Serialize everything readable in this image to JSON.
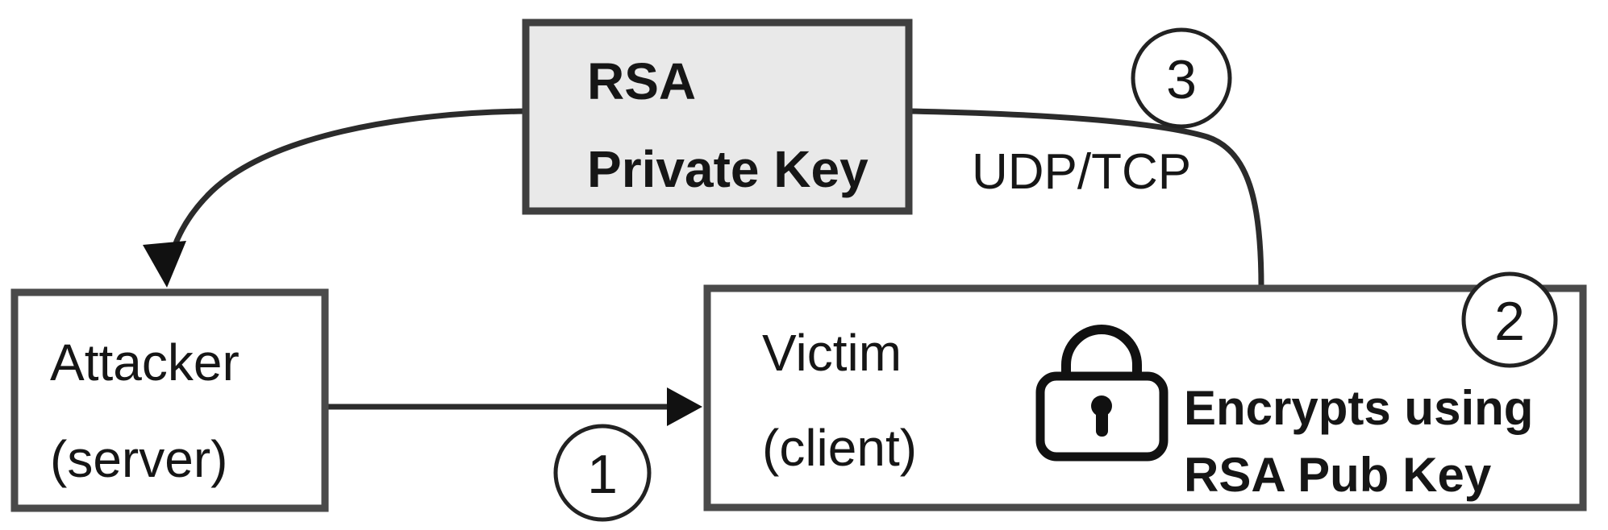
{
  "nodes": {
    "rsa_private_key": {
      "lines": [
        "RSA",
        "Private Key"
      ]
    },
    "attacker": {
      "lines": [
        "Attacker",
        "(server)"
      ]
    },
    "victim": {
      "lines": [
        "Victim",
        "(client)"
      ]
    }
  },
  "annotations": {
    "encrypts": {
      "lines": [
        "Encrypts using",
        "RSA Pub Key"
      ]
    },
    "protocol": "UDP/TCP"
  },
  "step_badges": [
    {
      "label": "1"
    },
    {
      "label": "2"
    },
    {
      "label": "3"
    }
  ],
  "icons": {
    "lock": "lock-icon"
  },
  "colors": {
    "box_fill_gray": "#e9e9e9",
    "box_stroke": "#4a4a4a",
    "line": "#2b2b2b",
    "text": "#161616",
    "circle_fill": "#ffffff",
    "background": "#ffffff"
  }
}
